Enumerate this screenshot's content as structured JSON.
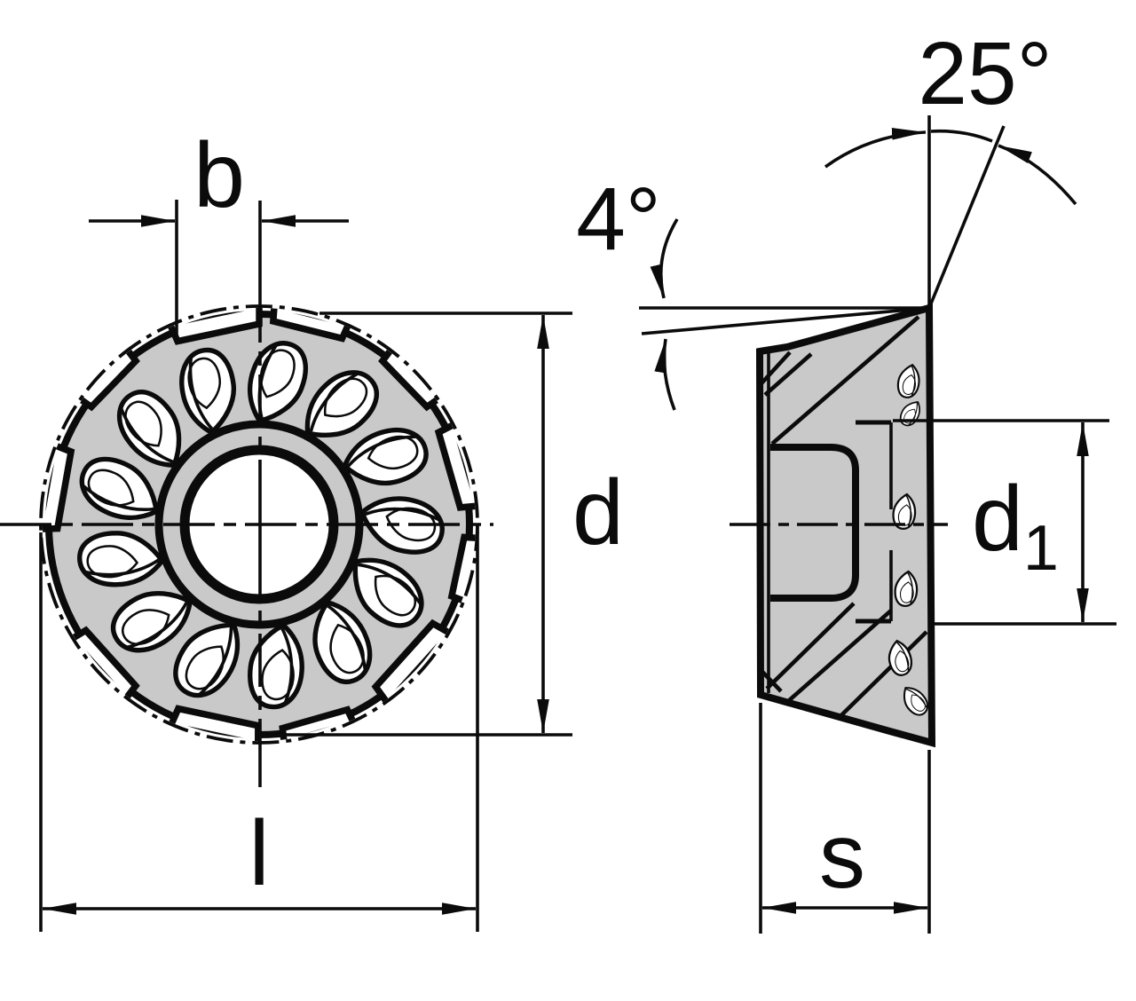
{
  "drawing": {
    "kind": "technical-drawing",
    "views": {
      "front": "face view of round milling insert",
      "side": "sectioned side view"
    },
    "labels": {
      "b": "b",
      "d": "d",
      "d1_base": "d",
      "d1_sub": "1",
      "l": "l",
      "s": "s",
      "face_angle": "4°",
      "top_angle": "25°"
    },
    "colors": {
      "line": "#0b0b0b",
      "body_fill": "#c9c9c9",
      "background": "#ffffff"
    }
  }
}
